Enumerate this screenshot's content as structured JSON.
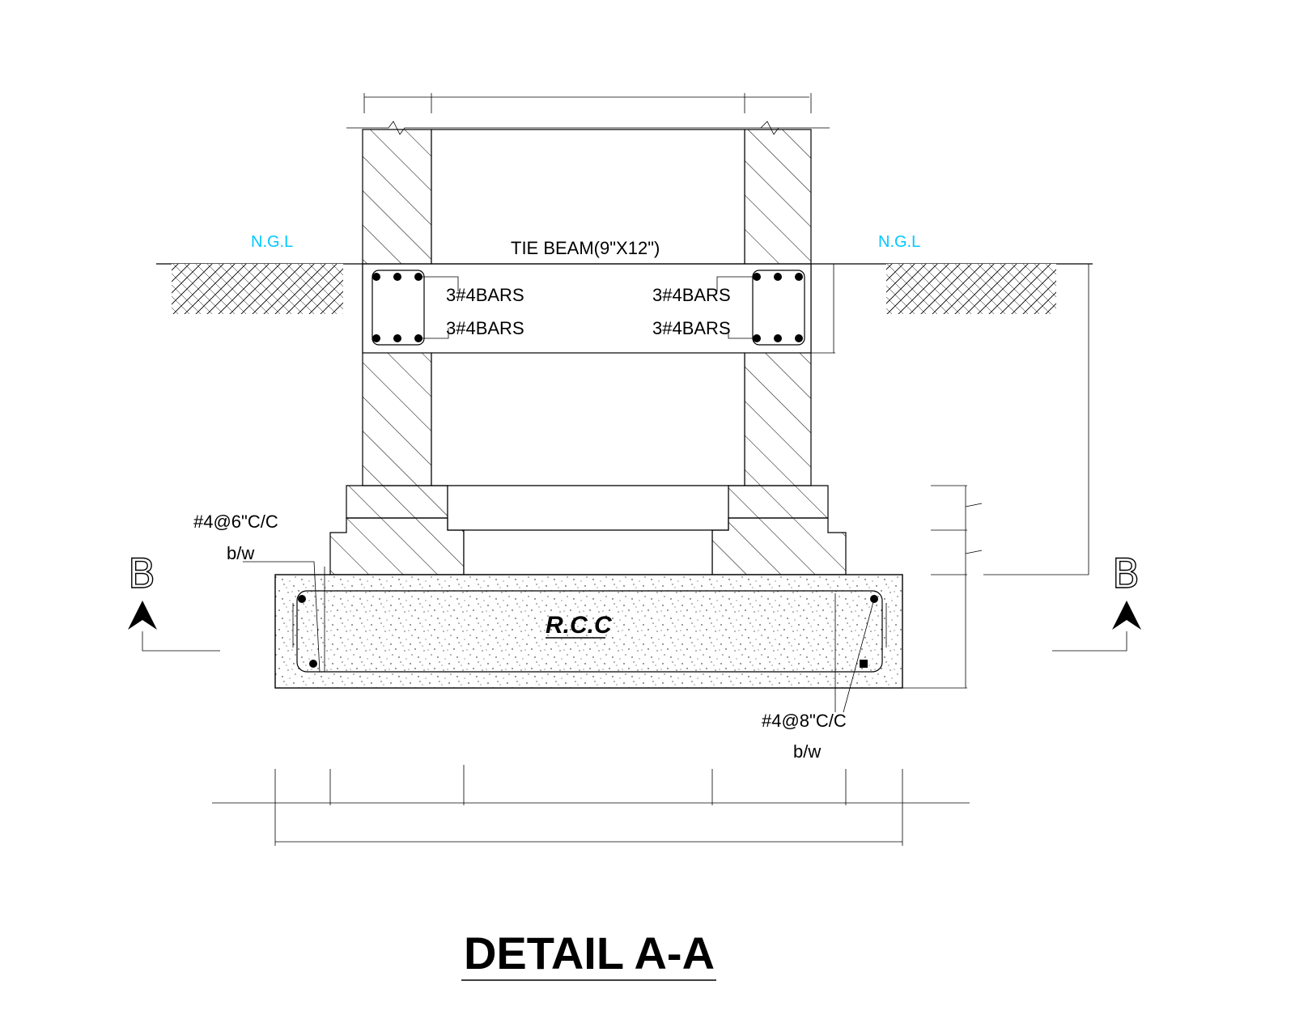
{
  "drawing": {
    "title": "DETAIL A-A",
    "ground_level_label": "N.G.L",
    "tie_beam_label": "TIE BEAM(9\"X12\")",
    "bars_top_left": "3#4BARS",
    "bars_bottom_left": "3#4BARS",
    "bars_top_right": "3#4BARS",
    "bars_bottom_right": "3#4BARS",
    "footing_material": "R.C.C",
    "rebar_left_spacing": "#4@6\"C/C",
    "rebar_left_direction": "b/w",
    "rebar_right_spacing": "#4@8\"C/C",
    "rebar_right_direction": "b/w",
    "section_mark": "B"
  },
  "colors": {
    "line": "#000000",
    "ground_level_text": "#00c8ff",
    "background": "#ffffff"
  }
}
